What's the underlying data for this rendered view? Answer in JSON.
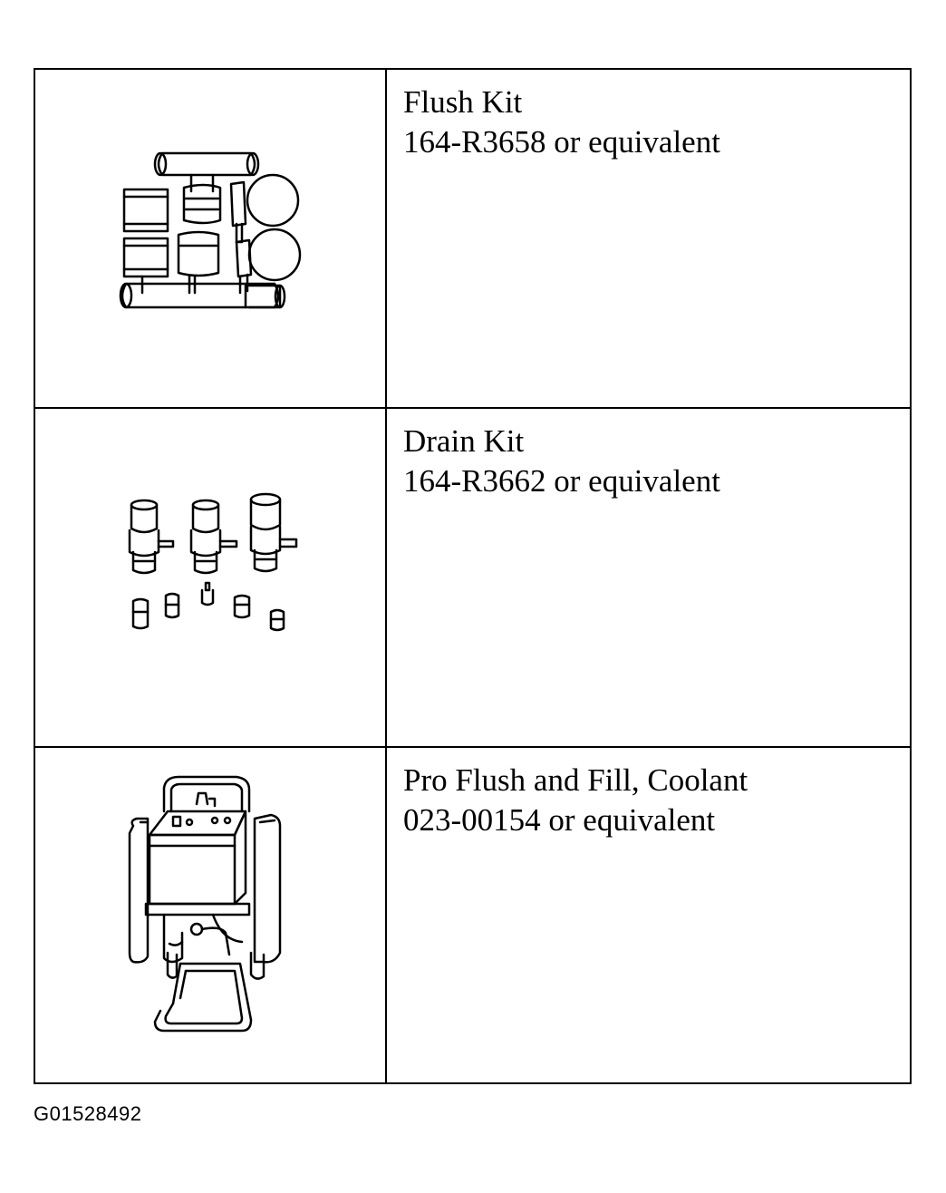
{
  "rows": [
    {
      "name": "Flush Kit",
      "part": "164-R3658 or equivalent",
      "icon": "flush-kit-illustration"
    },
    {
      "name": "Drain Kit",
      "part": "164-R3662 or equivalent",
      "icon": "drain-kit-illustration"
    },
    {
      "name": "Pro Flush and Fill, Coolant",
      "part": "023-00154 or equivalent",
      "icon": "coolant-flush-machine-illustration"
    }
  ],
  "figure_id": "G01528492"
}
